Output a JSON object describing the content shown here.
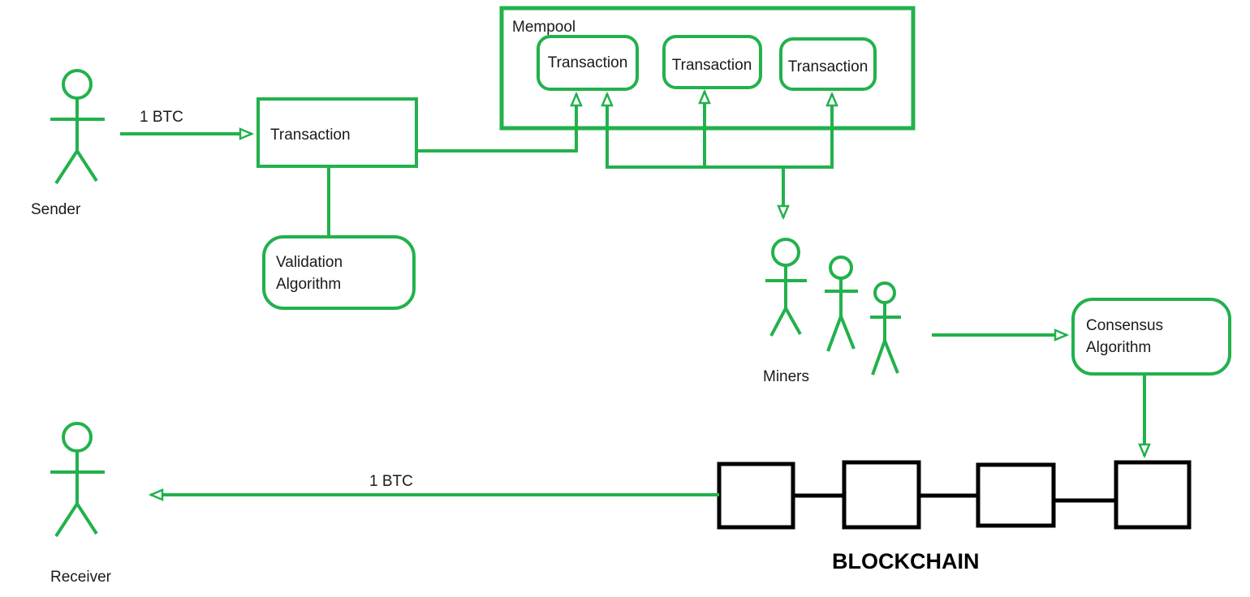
{
  "diagram": {
    "background": "#ffffff",
    "colors": {
      "accent_green": "#22B14C",
      "block_black": "#000000"
    },
    "actors": {
      "sender": {
        "label": "Sender"
      },
      "receiver": {
        "label": "Receiver"
      },
      "miners": {
        "label": "Miners",
        "figure_count": 3
      }
    },
    "nodes": {
      "transaction": {
        "label": "Transaction"
      },
      "validation": {
        "line1": "Validation",
        "line2": "Algorithm"
      },
      "consensus": {
        "line1": "Consensus",
        "line2": "Algorithm"
      },
      "mempool": {
        "label": "Mempool",
        "transactions": [
          {
            "label": "Transaction"
          },
          {
            "label": "Transaction"
          },
          {
            "label": "Transaction"
          }
        ]
      },
      "blockchain": {
        "label": "BLOCKCHAIN",
        "block_count": 4
      }
    },
    "edges": {
      "sender_to_transaction": {
        "label": "1 BTC"
      },
      "blockchain_to_receiver": {
        "label": "1 BTC"
      }
    }
  }
}
